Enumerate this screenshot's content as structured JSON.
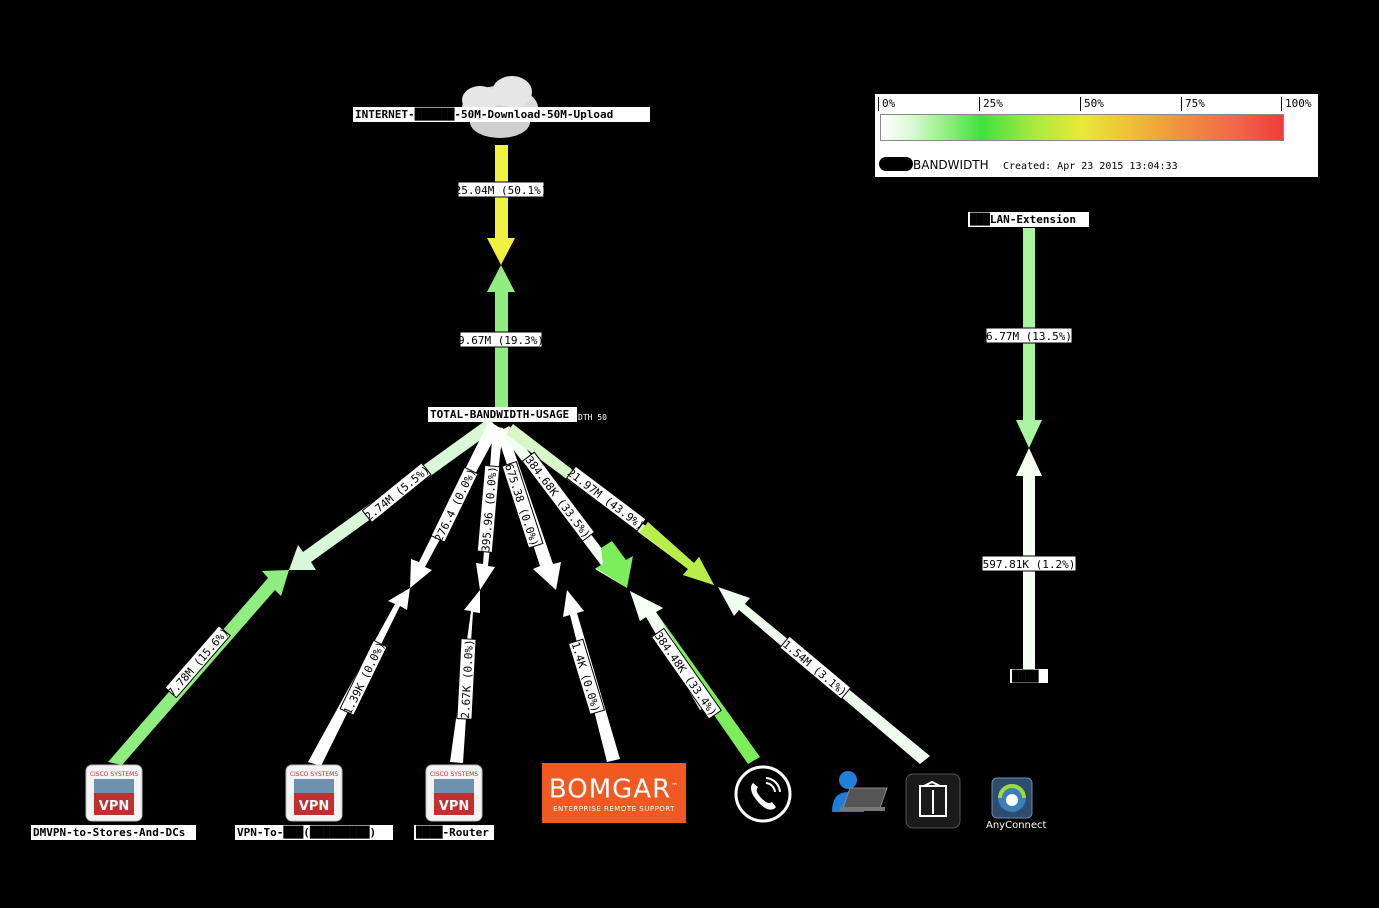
{
  "nodes": {
    "internet": "INTERNET-██████-50M-Download-50M-Upload",
    "total": "TOTAL-BANDWIDTH-USAGE",
    "total_suffix": "DTH 50",
    "lan": "███LAN-Extension",
    "lan_bottom": "████",
    "dmvpn": "DMVPN-to-Stores-And-DCs",
    "vpn_to": "VPN-To-███(█████████)",
    "router": "████-Router",
    "anyconnect": "AnyConnect"
  },
  "links": {
    "internet_in": "25.04M (50.1%)",
    "internet_out": "9.67M (19.3%)",
    "lan_in": "6.77M (13.5%)",
    "lan_out": "597.81K (1.2%)",
    "dmvpn_in": "2.74M (5.5%)",
    "dmvpn_out": "7.78M (15.6%)",
    "vpn_in": "276.4 (0.0%)",
    "vpn_out": "1.39K (0.0%)",
    "router_in": "395.96 (0.0%)",
    "router_out": "2.67K (0.0%)",
    "bomgar_in": "675.38 (0.0%)",
    "bomgar_out": "1.4K (0.0%)",
    "phone_in": "384.68K (33.5%)",
    "phone_out": "384.48K (33.4%)",
    "user_in": "21.97M (43.9%)",
    "user_out": "1.54M (3.1%)"
  },
  "legend": {
    "ticks": [
      "0%",
      "25%",
      "50%",
      "75%",
      "100%"
    ],
    "title": "BANDWIDTH",
    "created": "Created: Apr 23 2015 13:04:33"
  },
  "icons": {
    "cisco_brand": "CISCO SYSTEMS",
    "cisco_vpn": "VPN",
    "bomgar_big": "BOMGAR",
    "bomgar_tm": "™",
    "bomgar_small": "ENTERPRISE REMOTE SUPPORT"
  },
  "colors": {
    "yellow": "#f0f040",
    "green_mid": "#7cee5c",
    "green_light": "#a8f5a0",
    "green_pale": "#d8f8d8",
    "white": "#ffffff",
    "lime": "#b8ee48"
  }
}
